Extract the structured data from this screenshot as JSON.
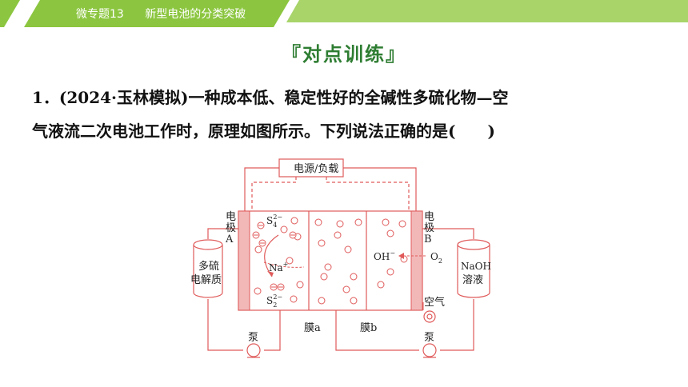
{
  "header": {
    "topic_number": "微专题13",
    "topic_title": "新型电池的分类突破"
  },
  "section_title": "『对点训练』",
  "question": {
    "line1": "1．(2024·玉林模拟)一种成本低、稳定性好的全碱性多硫化物—空",
    "line2": "气液流二次电池工作时，原理如图所示。下列说法正确的是(　　)"
  },
  "diagram": {
    "power_source": "电源/负载",
    "electrode_a": [
      "电",
      "极",
      "A"
    ],
    "electrode_b": [
      "电",
      "极",
      "B"
    ],
    "left_tank": [
      "多硫",
      "电解质"
    ],
    "right_tank": [
      "NaOH",
      "溶液"
    ],
    "s4": "S",
    "s4_sub": "4",
    "s4_sup": "2−",
    "s2": "S",
    "s2_sub": "2",
    "s2_sup": "2−",
    "na": "Na",
    "na_sup": "+",
    "oh": "OH",
    "oh_sup": "−",
    "o2": "O",
    "o2_sub": "2",
    "air": "空气",
    "membrane_a": "膜a",
    "membrane_b": "膜b",
    "pump_left": "泵",
    "pump_right": "泵"
  },
  "colors": {
    "banner_green": "#8cc640",
    "title_green": "#2e7d32",
    "diagram_red": "#e05a5a",
    "electrode_fill": "#f2b8b8"
  }
}
